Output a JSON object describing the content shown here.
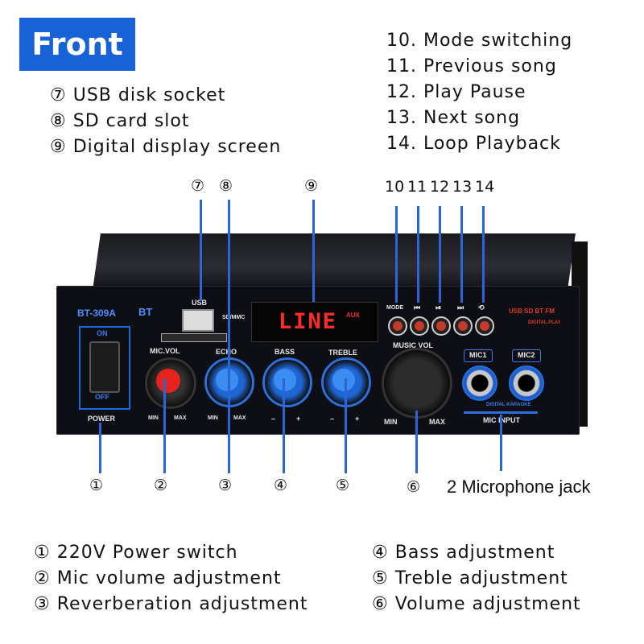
{
  "header": {
    "badge": "Front"
  },
  "legend_top_left": [
    {
      "num": "⑦",
      "text": "USB disk socket"
    },
    {
      "num": "⑧",
      "text": "SD card slot"
    },
    {
      "num": "⑨",
      "text": "Digital display screen"
    }
  ],
  "legend_top_right": [
    "10. Mode switching",
    "11. Previous song",
    "12. Play Pause",
    "13. Next song",
    "14. Loop Playback"
  ],
  "top_markers": {
    "m7": "⑦",
    "m8": "⑧",
    "m9": "⑨",
    "m10": "10",
    "m11": "11",
    "m12": "12",
    "m13": "13",
    "m14": "14"
  },
  "bottom_markers": {
    "m1": "①",
    "m2": "②",
    "m3": "③",
    "m4": "④",
    "m5": "⑤",
    "m6": "⑥",
    "mic_jack": "2 Microphone jack"
  },
  "panel": {
    "model": "BT-309A",
    "bt": "BT",
    "usb": "USB",
    "sdmmc": "SD/MMC",
    "power_on": "ON",
    "power_off": "OFF",
    "power": "POWER",
    "micvol": "MIC.VOL",
    "echo": "ECHO",
    "bass": "BASS",
    "treble": "TREBLE",
    "musicvol": "MUSIC VOL",
    "min": "MIN",
    "max": "MAX",
    "minus": "–",
    "plus": "+",
    "display_text": "LINE",
    "display_aux": "AUX",
    "mode": "MODE",
    "mic1": "MIC1",
    "mic2": "MIC2",
    "mic_input": "MIC INPUT",
    "digital_karaoke": "DIGITAL KARAOKE",
    "usb_sd_bt_fm": "USB SD BT FM",
    "digital_play": "DIGITAL PLAY"
  },
  "legend_bottom_left": [
    {
      "num": "①",
      "text": "220V Power switch"
    },
    {
      "num": "②",
      "text": "Mic volume adjustment"
    },
    {
      "num": "③",
      "text": "Reverberation adjustment"
    }
  ],
  "legend_bottom_right": [
    {
      "num": "④",
      "text": "Bass adjustment"
    },
    {
      "num": "⑤",
      "text": "Treble adjustment"
    },
    {
      "num": "⑥",
      "text": "Volume adjustment"
    }
  ],
  "colors": {
    "accent": "#1762d6",
    "line": "#2a66d6",
    "led": "#ff2a2a"
  }
}
